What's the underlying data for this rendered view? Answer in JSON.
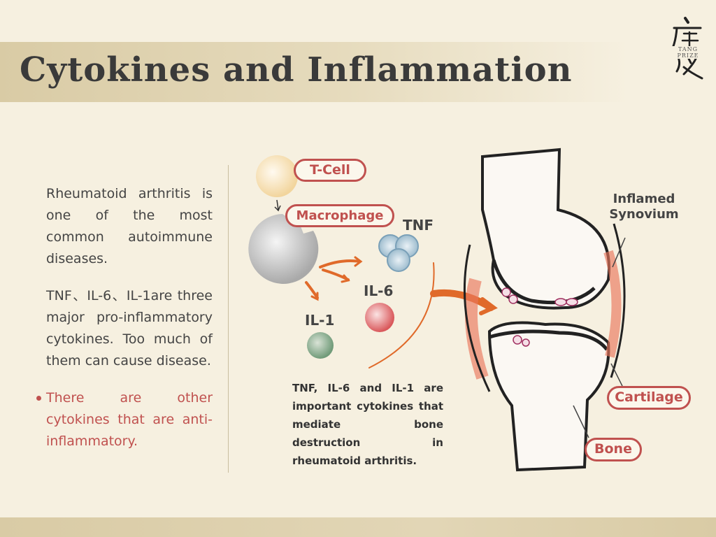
{
  "title": "Cytokines and Inflammation",
  "logo": {
    "subtitle": "TANG PRIZE"
  },
  "left": {
    "para1": "Rheumatoid arthritis is one of the most common autoimmune diseases.",
    "para2": "TNF、IL-6、IL-1are three major pro-inflammatory cytokines. Too much of them can cause disease.",
    "para3": "There are other cytokines that are anti-inflammatory."
  },
  "diagram": {
    "tcell": "T-Cell",
    "macrophage": "Macrophage",
    "tnf": "TNF",
    "il6": "IL-6",
    "il1": "IL-1",
    "caption": "TNF, IL-6 and IL-1 are important cytokines that mediate bone destruction in rheumatoid arthritis."
  },
  "joint": {
    "synovium": "Inflamed Synovium",
    "cartilage": "Cartilage",
    "bone": "Bone"
  },
  "colors": {
    "accent": "#c0514f",
    "arrow": "#e06a2a",
    "background": "#f6f0e0"
  }
}
